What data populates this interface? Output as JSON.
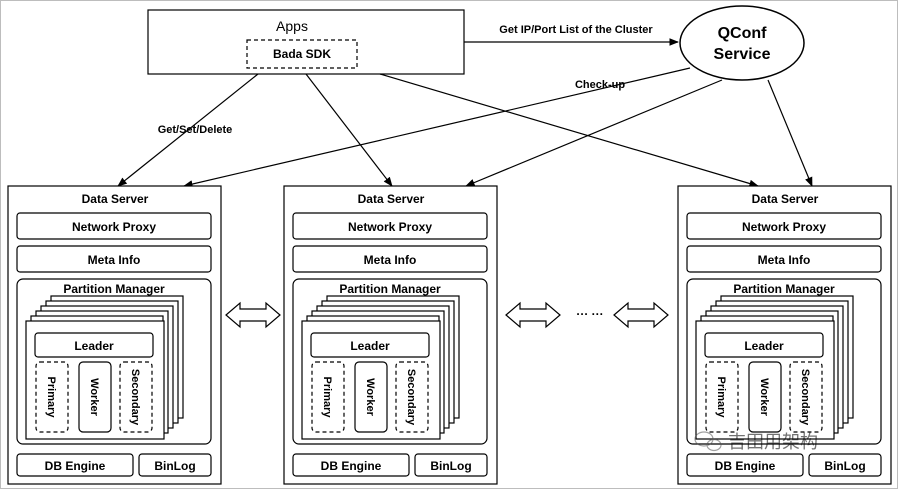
{
  "apps": {
    "title": "Apps",
    "sdk": "Bada SDK"
  },
  "qconf": {
    "line1": "QConf",
    "line2": "Service"
  },
  "edges": {
    "ip_list": "Get IP/Port List of the Cluster",
    "checkup": "Check-up",
    "get_set_delete": "Get/Set/Delete"
  },
  "ellipsis": "··· ···",
  "servers": [
    {
      "title": "Data Server",
      "proxy": "Network Proxy",
      "meta": "Meta Info",
      "partition": "Partition Manager",
      "leader": "Leader",
      "primary": "Primary",
      "worker": "Worker",
      "secondary": "Secondary",
      "db": "DB Engine",
      "binlog": "BinLog"
    },
    {
      "title": "Data Server",
      "proxy": "Network Proxy",
      "meta": "Meta Info",
      "partition": "Partition Manager",
      "leader": "Leader",
      "primary": "Primary",
      "worker": "Worker",
      "secondary": "Secondary",
      "db": "DB Engine",
      "binlog": "BinLog"
    },
    {
      "title": "Data Server",
      "proxy": "Network Proxy",
      "meta": "Meta Info",
      "partition": "Partition Manager",
      "leader": "Leader",
      "primary": "Primary",
      "worker": "Worker",
      "secondary": "Secondary",
      "db": "DB Engine",
      "binlog": "BinLog"
    }
  ],
  "watermark": "吉田用架构"
}
